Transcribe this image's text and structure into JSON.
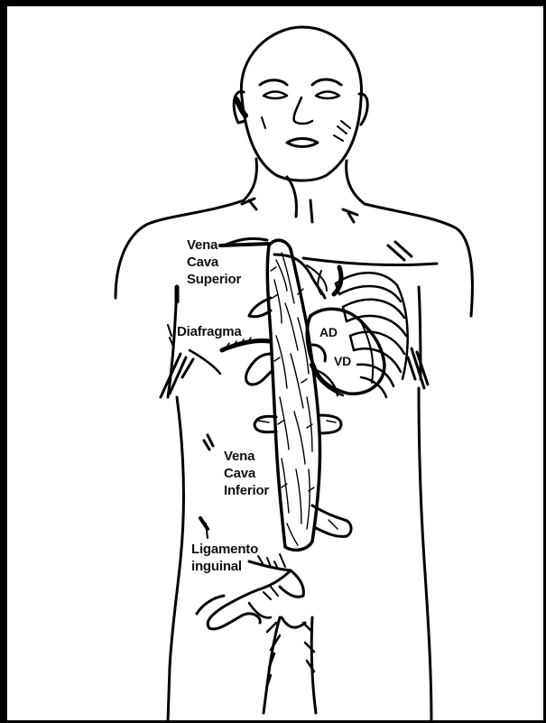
{
  "labels": {
    "vena_cava_superior": [
      "Vena",
      "Cava",
      "Superior"
    ],
    "diafragma": "Diafragma",
    "ad": "AD",
    "vd": "VD",
    "vena_cava_inferior": [
      "Vena",
      "Cava",
      "Inferior"
    ],
    "ligamento_inguinal": [
      "Ligamento",
      "inguinal"
    ]
  }
}
